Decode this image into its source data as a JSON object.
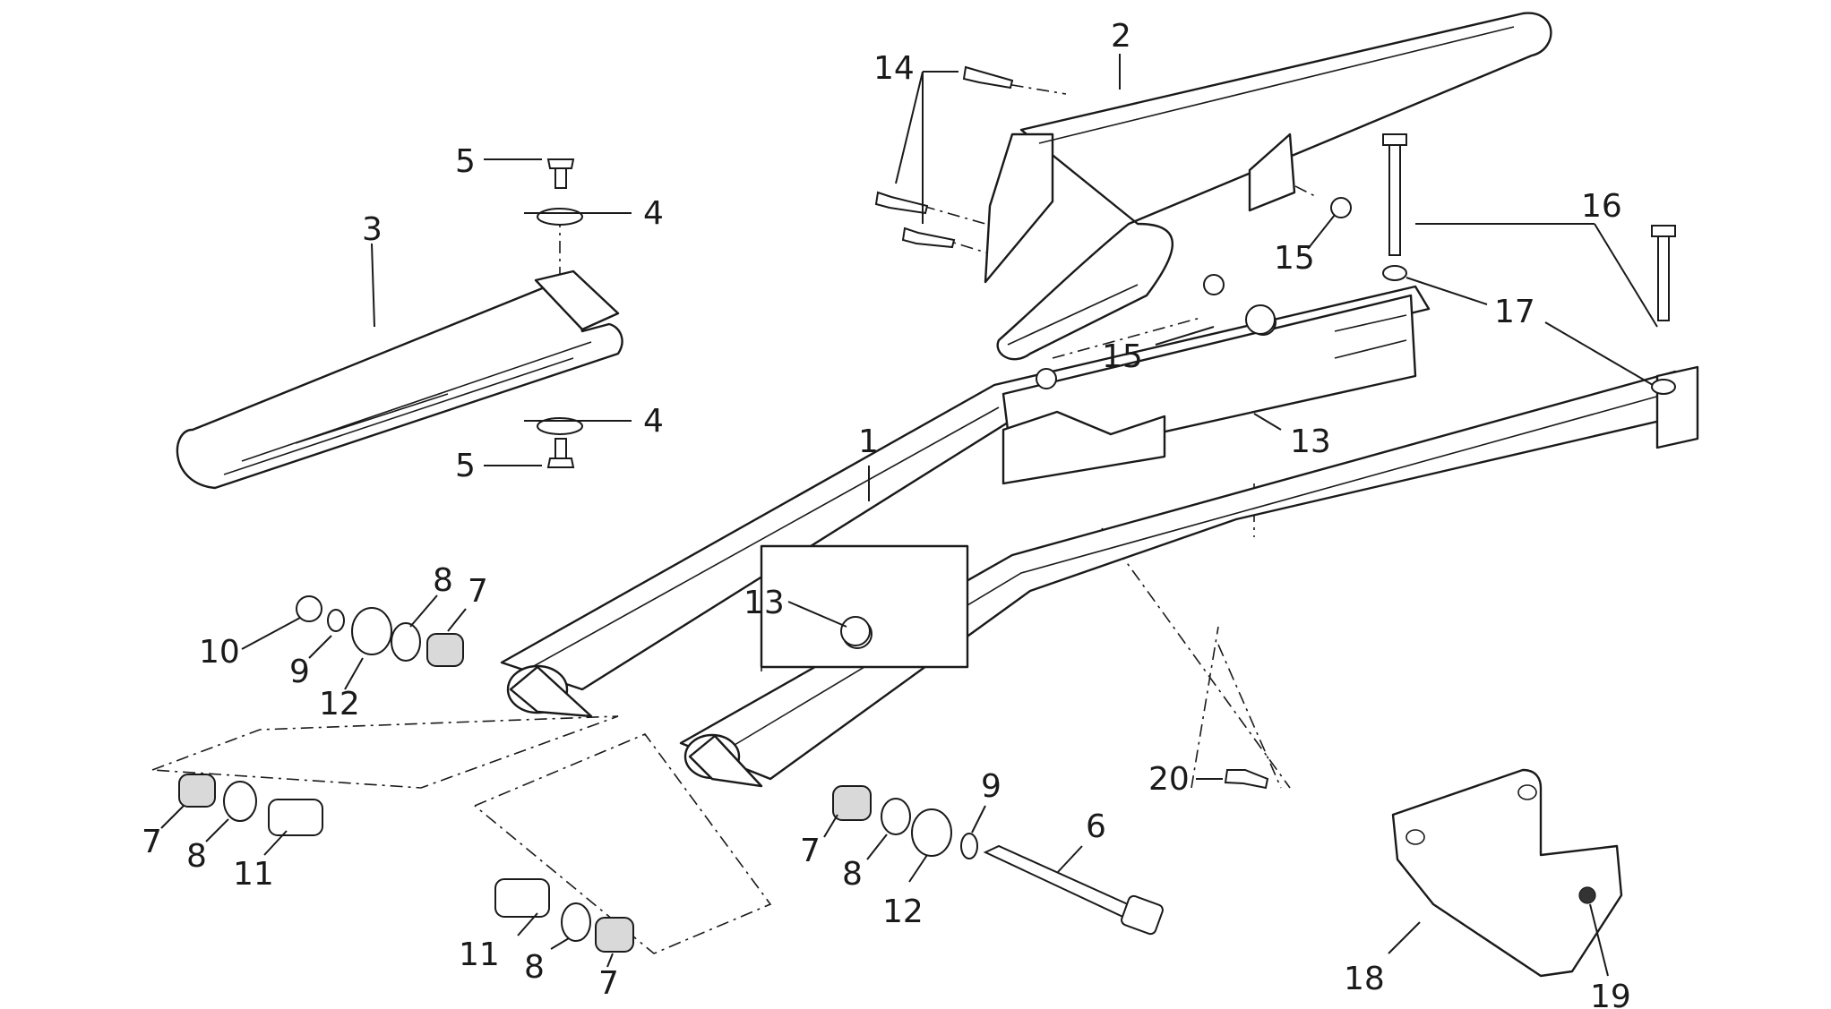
{
  "diagram": {
    "background": "#ffffff",
    "line_color": "#1a1a1a",
    "callouts": [
      {
        "id": "c1",
        "label": "1"
      },
      {
        "id": "c2",
        "label": "2"
      },
      {
        "id": "c3",
        "label": "3"
      },
      {
        "id": "c4a",
        "label": "4"
      },
      {
        "id": "c4b",
        "label": "4"
      },
      {
        "id": "c5a",
        "label": "5"
      },
      {
        "id": "c5b",
        "label": "5"
      },
      {
        "id": "c6",
        "label": "6"
      },
      {
        "id": "c7a",
        "label": "7"
      },
      {
        "id": "c7b",
        "label": "7"
      },
      {
        "id": "c7c",
        "label": "7"
      },
      {
        "id": "c7d",
        "label": "7"
      },
      {
        "id": "c8a",
        "label": "8"
      },
      {
        "id": "c8b",
        "label": "8"
      },
      {
        "id": "c8c",
        "label": "8"
      },
      {
        "id": "c8d",
        "label": "8"
      },
      {
        "id": "c9a",
        "label": "9"
      },
      {
        "id": "c9b",
        "label": "9"
      },
      {
        "id": "c10",
        "label": "10"
      },
      {
        "id": "c11a",
        "label": "11"
      },
      {
        "id": "c11b",
        "label": "11"
      },
      {
        "id": "c12a",
        "label": "12"
      },
      {
        "id": "c12b",
        "label": "12"
      },
      {
        "id": "c13a",
        "label": "13"
      },
      {
        "id": "c13b",
        "label": "13"
      },
      {
        "id": "c14",
        "label": "14"
      },
      {
        "id": "c15a",
        "label": "15"
      },
      {
        "id": "c15b",
        "label": "15"
      },
      {
        "id": "c16",
        "label": "16"
      },
      {
        "id": "c17",
        "label": "17"
      },
      {
        "id": "c18",
        "label": "18"
      },
      {
        "id": "c19",
        "label": "19"
      },
      {
        "id": "c20",
        "label": "20"
      }
    ]
  }
}
